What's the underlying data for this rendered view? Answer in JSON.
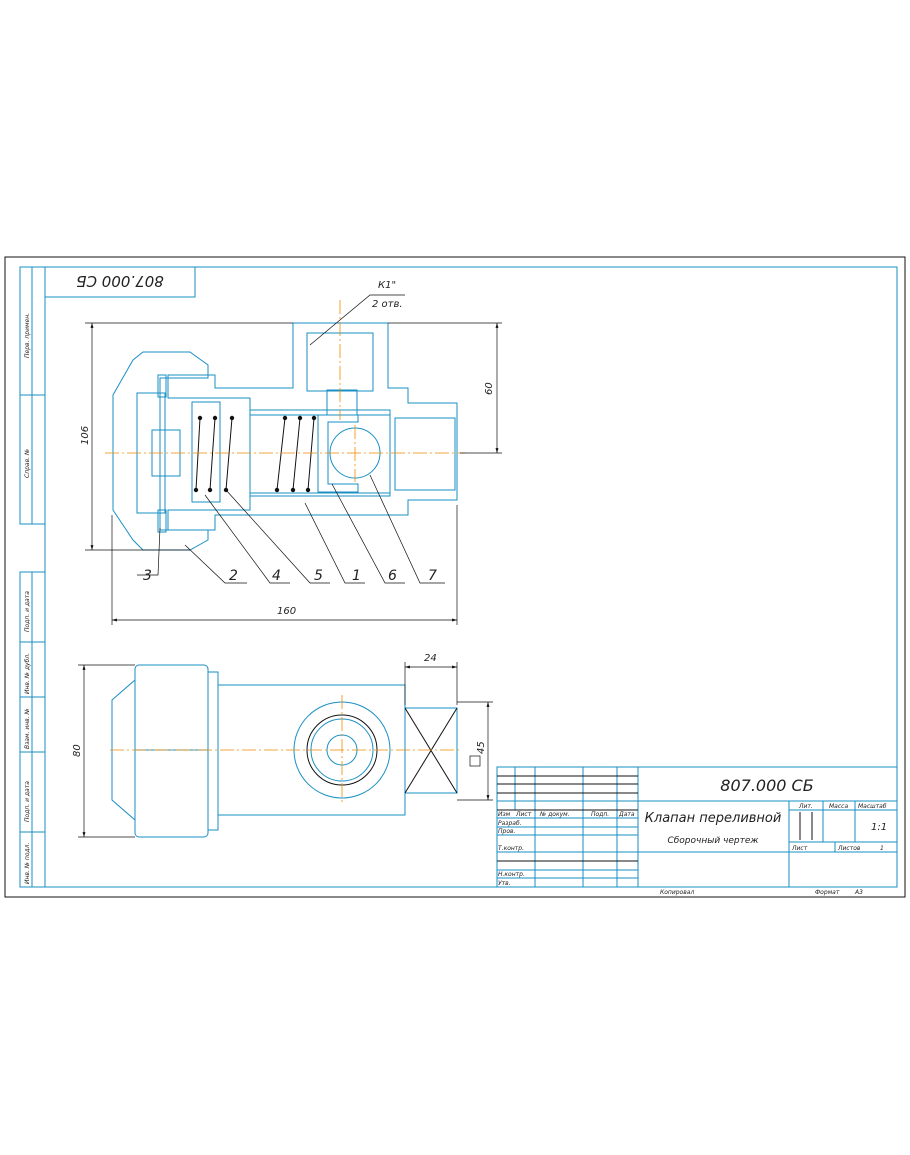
{
  "drawing": {
    "designation": "807.000 СБ",
    "designation_rotated": "807.000 СБ",
    "title": "Клапан переливной",
    "subtitle": "Сборочный чертеж",
    "thread_callout": "К1\"",
    "thread_count": "2 отв.",
    "part_labels": [
      "3",
      "2",
      "4",
      "5",
      "1",
      "6",
      "7"
    ],
    "dimensions": {
      "overall_length": "160",
      "height": "106",
      "port_offset": "60",
      "width": "80",
      "flat_width": "24",
      "square": "45"
    }
  },
  "title_block": {
    "headers": [
      "Изм",
      "Лист",
      "№ докум.",
      "Подп.",
      "Дата"
    ],
    "roles": [
      "Разраб.",
      "Пров.",
      "Т.контр.",
      "Н.контр.",
      "Утв."
    ],
    "lit_label": "Лит.",
    "mass_label": "Масса",
    "scale_label": "Масштаб",
    "scale_value": "1:1",
    "sheet_label": "Лист",
    "sheets_label": "Листов",
    "sheets_value": "1",
    "copied_label": "Копировал",
    "format_label": "Формат",
    "format_value": "А3"
  },
  "side_stamp": [
    "Перв. примен.",
    "Справ. №",
    "Подп. и дата",
    "Инв. № дубл.",
    "Взам. инв. №",
    "Подп. и дата",
    "Инв. № подл."
  ],
  "colors": {
    "outline": "#1a8fc4",
    "centerline": "#f08a00",
    "dimension": "#111111"
  }
}
